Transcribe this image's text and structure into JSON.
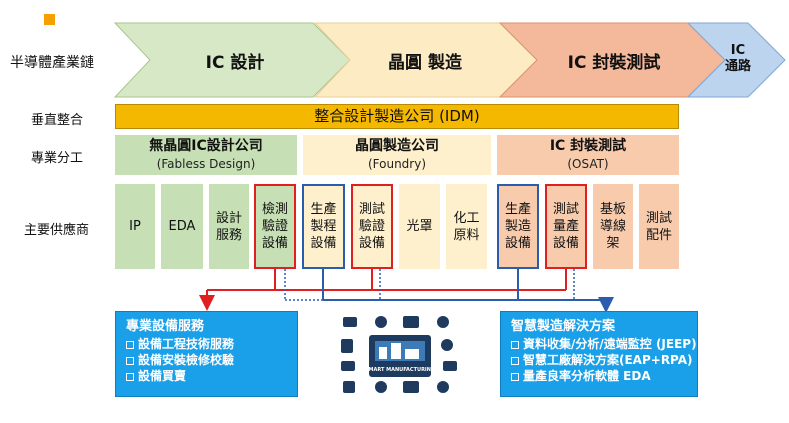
{
  "chain_label": "半導體產業鏈",
  "chevrons": [
    {
      "label": "IC 設計",
      "color": "#d7e8c6"
    },
    {
      "label": "晶圓 製造",
      "color": "#fdebc4"
    },
    {
      "label": "IC 封裝測試",
      "color": "#f4b89a"
    },
    {
      "label": "IC 通路",
      "line1": "IC",
      "line2": "通路",
      "color": "#bcd4ee"
    }
  ],
  "row_labels": {
    "vertical": "垂直整合",
    "specialized": "專業分工",
    "suppliers": "主要供應商"
  },
  "idm": "整合設計製造公司 (IDM)",
  "categories": [
    {
      "title": "無晶圓IC設計公司",
      "sub": "(Fabless Design)"
    },
    {
      "title": "晶圓製造公司",
      "sub": "(Foundry)"
    },
    {
      "title": "IC 封裝測試",
      "sub": "(OSAT)"
    }
  ],
  "suppliers": [
    {
      "l1": "IP"
    },
    {
      "l1": "EDA"
    },
    {
      "l1": "設計",
      "l2": "服務"
    },
    {
      "l1": "檢測",
      "l2": "驗證",
      "l3": "設備"
    },
    {
      "l1": "生產",
      "l2": "製程",
      "l3": "設備"
    },
    {
      "l1": "測試",
      "l2": "驗證",
      "l3": "設備"
    },
    {
      "l1": "光罩"
    },
    {
      "l1": "化工",
      "l2": "原料"
    },
    {
      "l1": "生產",
      "l2": "製造",
      "l3": "設備"
    },
    {
      "l1": "測試",
      "l2": "量產",
      "l3": "設備"
    },
    {
      "l1": "基板",
      "l2": "導線",
      "l3": "架"
    },
    {
      "l1": "測試",
      "l2": "配件"
    }
  ],
  "left_panel": {
    "title": "專業設備服務",
    "items": [
      "設備工程技術服務",
      "設備安裝檢修校驗",
      "設備買賣"
    ]
  },
  "right_panel": {
    "title": "智慧製造解決方案",
    "items": [
      "資料收集/分析/遠端監控 (JEEP)",
      "智慧工廠解決方案(EAP+RPA)",
      "量產良率分析軟體 EDA"
    ]
  },
  "smart_label": "SMART MANUFACTURING",
  "colors": {
    "red": "#e02020",
    "blue": "#2a5db0",
    "panel": "#1aa0e8",
    "idm": "#f5b800"
  }
}
